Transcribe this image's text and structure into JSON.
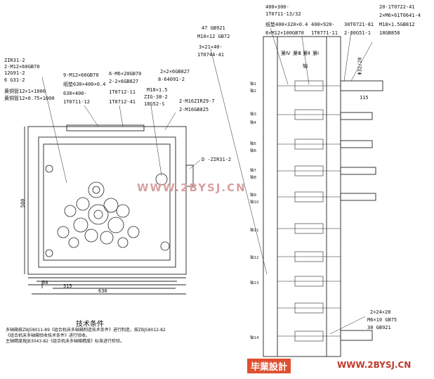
{
  "colors": {
    "line": "#222222",
    "watermark": "#d9a0a0",
    "brand_red": "#c0392b",
    "brand_bg": "#e05030"
  },
  "left_view": {
    "labels": {
      "l1": "ZIR31-2",
      "l2": "2-M12×60GB70",
      "l3": "12G91-2",
      "l4": "6 G31-2",
      "l5": "黄铜管12×1×1000",
      "l6": "黄铜管12×0.75×1000",
      "l7": "9-M12×60GB70",
      "l8": "纸垫630×400×0.4",
      "l9": "630×400-",
      "l10": "1T0711-12",
      "l11": "6-M6×20GB70",
      "l12": "2-2×6GB827",
      "l13": "1T0712-11",
      "l14": "1T0712-41",
      "l15": "2×2×6GB827",
      "l16": "8-64091-2",
      "l17": "M18×1.5",
      "l18": "ZIG-38-2",
      "l19": "18G52-S",
      "l20": "2-M16ZIR29-7",
      "l21": "2-M16GB825",
      "l22": "D -ZIR31-2",
      "l23": "47  GB921",
      "l24": "M10×12  GB72",
      "l25": "3×21×40-",
      "l26": "1T0744-41"
    },
    "dims": {
      "d_height": "500",
      "d_50": "50",
      "d_315": "315",
      "d_630": "630"
    }
  },
  "right_view": {
    "labels": {
      "r1": "400×300-",
      "r2": "1T0711-13/32",
      "r3": "纸垫400×320×0.4",
      "r4": "8×M12×100GB70",
      "r5": "400×920-",
      "r6": "1T0771-11",
      "r7": "30T0721-81",
      "r8": "2-30G51-1",
      "r9": "20-1T0722-41",
      "r10": "2×M6×61T0641-4",
      "r11": "M18×1.5GB812",
      "r12": "18GB858",
      "r13": "第Ⅳ",
      "r14": "第Ⅲ",
      "r15": "第Ⅱ",
      "r16": "第Ⅰ",
      "r17": "轴",
      "r18": "Φ32/20",
      "r19": "115",
      "r20": "2×24×20",
      "r21": "M6×10  GB75",
      "r22": "30  GB921"
    },
    "shafts": [
      "轴1",
      "轴2",
      "轴3",
      "轴4",
      "轴5",
      "轴6",
      "轴7",
      "轴8",
      "轴9",
      "轴10",
      "轴11",
      "轴12",
      "轴13",
      "轴14"
    ]
  },
  "notes": {
    "title": "技术条件",
    "n1": "多轴箱按ZBJ58011-89《组合机床多轴箱制造技术条件》进行制造，按ZBJ58012-82",
    "n2": "《组合机床多轴箱验收技术条件》进行验收。",
    "n3": "主轴精度按JB3043-82《组合机床多轴箱精度》标准进行检验。"
  },
  "watermark": {
    "text": "WWW.2BYSJ.CN",
    "brand": "毕業設計",
    "brand_url": "WWW.2BYSJ.CN"
  }
}
